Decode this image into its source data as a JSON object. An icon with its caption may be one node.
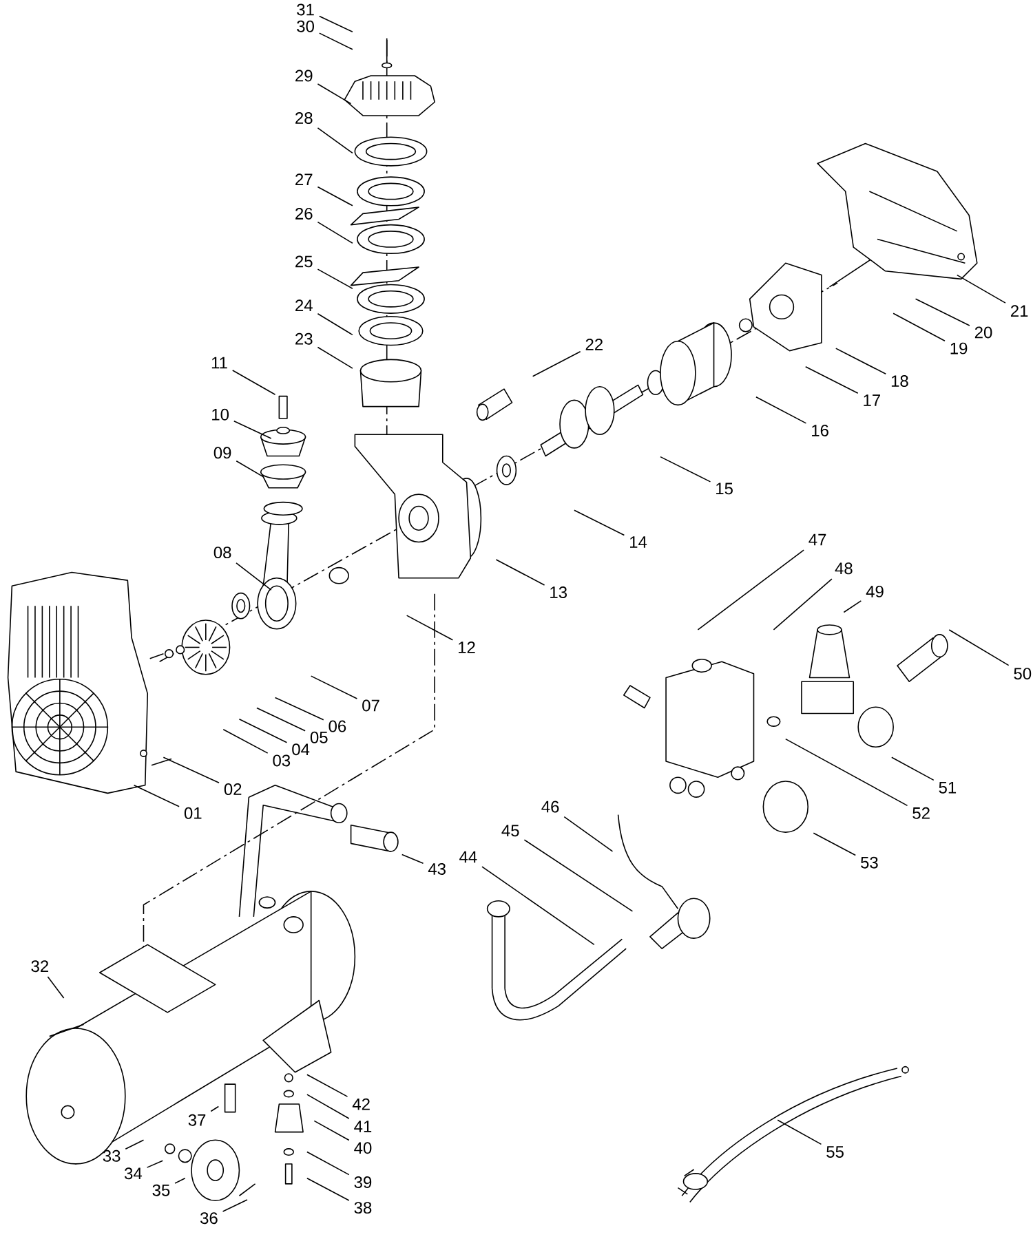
{
  "diagram": {
    "nodes": [
      {
        "text": [
          "01"
        ]
      },
      {
        "text": [
          "02"
        ]
      },
      {
        "text": [
          "03"
        ]
      },
      {
        "text": [
          "04"
        ]
      },
      {
        "text": [
          "05"
        ]
      },
      {
        "text": [
          "06"
        ]
      },
      {
        "text": [
          "07"
        ]
      },
      {
        "text": [
          "08"
        ]
      },
      {
        "text": [
          "09"
        ]
      },
      {
        "text": [
          "10"
        ]
      },
      {
        "text": [
          "11"
        ]
      },
      {
        "text": [
          "12"
        ]
      },
      {
        "text": [
          "13"
        ]
      },
      {
        "text": [
          "14"
        ]
      },
      {
        "text": [
          "15"
        ]
      },
      {
        "text": [
          "16"
        ]
      },
      {
        "text": [
          "17"
        ]
      },
      {
        "text": [
          "18"
        ]
      },
      {
        "text": [
          "19"
        ]
      },
      {
        "text": [
          "20"
        ]
      },
      {
        "text": [
          "21"
        ]
      },
      {
        "text": [
          "22"
        ]
      },
      {
        "text": [
          "23"
        ]
      },
      {
        "text": [
          "24"
        ]
      },
      {
        "text": [
          "25"
        ]
      },
      {
        "text": [
          "26"
        ]
      },
      {
        "text": [
          "27"
        ]
      },
      {
        "text": [
          "28"
        ]
      },
      {
        "text": [
          "29"
        ]
      },
      {
        "text": [
          "30"
        ]
      },
      {
        "text": [
          "31"
        ]
      },
      {
        "text": [
          "32"
        ]
      },
      {
        "text": [
          "33"
        ]
      },
      {
        "text": [
          "34"
        ]
      },
      {
        "text": [
          "35"
        ]
      },
      {
        "text": [
          "36"
        ]
      },
      {
        "text": [
          "37"
        ]
      },
      {
        "text": [
          "38"
        ]
      },
      {
        "text": [
          "39"
        ]
      },
      {
        "text": [
          "40"
        ]
      },
      {
        "text": [
          "41"
        ]
      },
      {
        "text": [
          "42"
        ]
      },
      {
        "text": [
          "43"
        ]
      },
      {
        "text": [
          "44"
        ]
      },
      {
        "text": [
          "45"
        ]
      },
      {
        "text": [
          "46"
        ]
      },
      {
        "text": [
          "47"
        ]
      },
      {
        "text": [
          "48"
        ]
      },
      {
        "text": [
          "49"
        ]
      },
      {
        "text": [
          "50"
        ]
      },
      {
        "text": [
          "51"
        ]
      },
      {
        "text": [
          "52"
        ]
      },
      {
        "text": [
          "53"
        ]
      },
      {
        "text": [
          "55"
        ]
      }
    ],
    "edges": [
      {
        "from": 0,
        "to": null,
        "arrow": "none"
      },
      {
        "from": 1,
        "to": null,
        "arrow": "none"
      },
      {
        "from": 2,
        "to": null,
        "arrow": "none"
      },
      {
        "from": 3,
        "to": null,
        "arrow": "none"
      },
      {
        "from": 4,
        "to": null,
        "arrow": "none"
      },
      {
        "from": 5,
        "to": null,
        "arrow": "none"
      },
      {
        "from": 6,
        "to": null,
        "arrow": "none"
      },
      {
        "from": 7,
        "to": null,
        "arrow": "none"
      },
      {
        "from": 8,
        "to": null,
        "arrow": "none"
      },
      {
        "from": 9,
        "to": null,
        "arrow": "none"
      },
      {
        "from": 10,
        "to": null,
        "arrow": "none"
      },
      {
        "from": 11,
        "to": null,
        "arrow": "none"
      },
      {
        "from": 12,
        "to": null,
        "arrow": "none"
      },
      {
        "from": 13,
        "to": null,
        "arrow": "none"
      },
      {
        "from": 14,
        "to": null,
        "arrow": "none"
      },
      {
        "from": 15,
        "to": null,
        "arrow": "none"
      },
      {
        "from": 16,
        "to": null,
        "arrow": "none"
      },
      {
        "from": 17,
        "to": null,
        "arrow": "none"
      },
      {
        "from": 18,
        "to": null,
        "arrow": "none"
      },
      {
        "from": 19,
        "to": null,
        "arrow": "none"
      },
      {
        "from": 20,
        "to": null,
        "arrow": "none"
      },
      {
        "from": 21,
        "to": null,
        "arrow": "none"
      },
      {
        "from": 22,
        "to": null,
        "arrow": "none"
      },
      {
        "from": 23,
        "to": null,
        "arrow": "none"
      },
      {
        "from": 24,
        "to": null,
        "arrow": "none"
      },
      {
        "from": 25,
        "to": null,
        "arrow": "none"
      },
      {
        "from": 26,
        "to": null,
        "arrow": "none"
      },
      {
        "from": 27,
        "to": null,
        "arrow": "none"
      },
      {
        "from": 28,
        "to": null,
        "arrow": "none"
      },
      {
        "from": 29,
        "to": null,
        "arrow": "none"
      },
      {
        "from": 30,
        "to": null,
        "arrow": "none"
      },
      {
        "from": 31,
        "to": null,
        "arrow": "none"
      },
      {
        "from": 32,
        "to": null,
        "arrow": "none"
      },
      {
        "from": 33,
        "to": null,
        "arrow": "none"
      },
      {
        "from": 34,
        "to": null,
        "arrow": "none"
      },
      {
        "from": 35,
        "to": null,
        "arrow": "none"
      },
      {
        "from": 36,
        "to": null,
        "arrow": "none"
      },
      {
        "from": 37,
        "to": null,
        "arrow": "none"
      },
      {
        "from": 38,
        "to": null,
        "arrow": "none"
      },
      {
        "from": 39,
        "to": null,
        "arrow": "none"
      },
      {
        "from": 40,
        "to": null,
        "arrow": "none"
      },
      {
        "from": 41,
        "to": null,
        "arrow": "none"
      },
      {
        "from": 42,
        "to": null,
        "arrow": "none"
      },
      {
        "from": 43,
        "to": null,
        "arrow": "none"
      },
      {
        "from": 44,
        "to": null,
        "arrow": "none"
      },
      {
        "from": 45,
        "to": null,
        "arrow": "none"
      },
      {
        "from": 46,
        "to": null,
        "arrow": "none"
      },
      {
        "from": 47,
        "to": null,
        "arrow": "none"
      },
      {
        "from": 48,
        "to": null,
        "arrow": "none"
      },
      {
        "from": 49,
        "to": null,
        "arrow": "none"
      },
      {
        "from": 50,
        "to": null,
        "arrow": "none"
      },
      {
        "from": 51,
        "to": null,
        "arrow": "none"
      },
      {
        "from": 52,
        "to": null,
        "arrow": "none"
      },
      {
        "from": 53,
        "to": null,
        "arrow": "none"
      }
    ]
  }
}
